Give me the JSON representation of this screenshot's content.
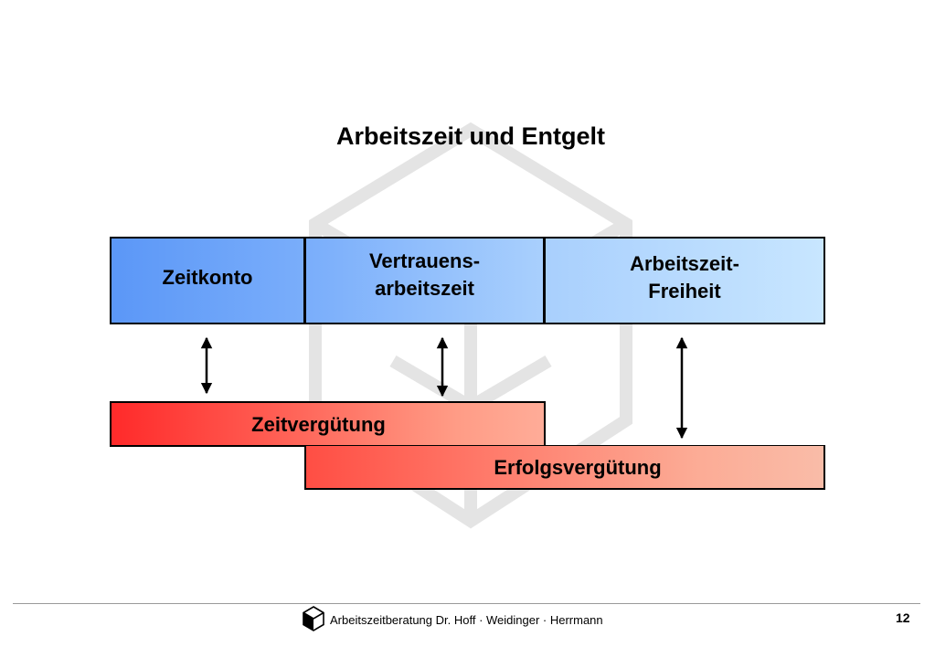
{
  "slide": {
    "title": "Arbeitszeit und Entgelt"
  },
  "arbeitszeit_models": [
    {
      "line1": "Zeitkonto",
      "line2": ""
    },
    {
      "line1": "Vertrauens-",
      "line2": "arbeitszeit"
    },
    {
      "line1": "Arbeitszeit-",
      "line2": "Freiheit"
    }
  ],
  "entgelt_models": {
    "zeit": "Zeitvergütung",
    "erfolg": "Erfolgsvergütung"
  },
  "footer": {
    "company": "Arbeitszeitberatung Dr. Hoff · Weidinger · Herrmann",
    "page_number": "12"
  },
  "colors": {
    "blue_start": "#5b97f7",
    "blue_end": "#c8e6ff",
    "red_start": "#ff2a2a",
    "red_end": "#f9bca8",
    "watermark": "#e6e6e6"
  }
}
